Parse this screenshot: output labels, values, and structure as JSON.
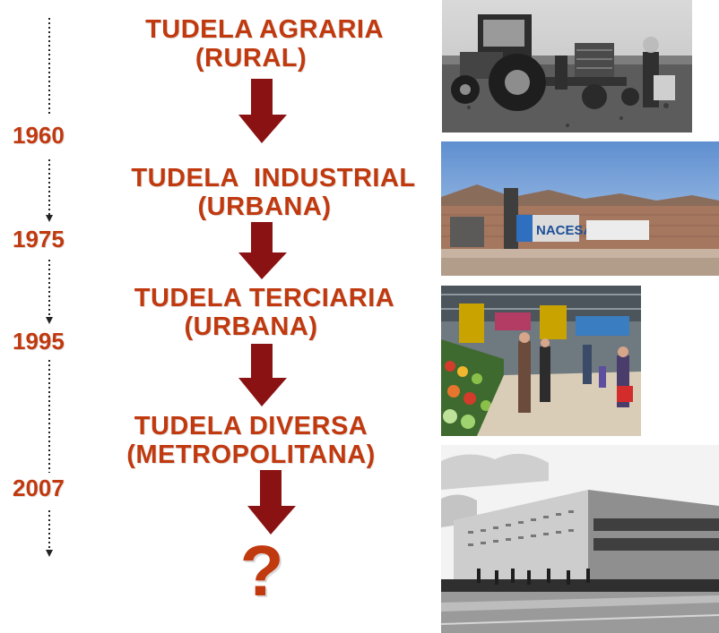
{
  "stages": [
    {
      "line1": "TUDELA AGRARIA",
      "line2": "(RURAL)"
    },
    {
      "line1": "TUDELA  INDUSTRIAL",
      "line2": "(URBANA)"
    },
    {
      "line1": "TUDELA TERCIARIA",
      "line2": "(URBANA)"
    },
    {
      "line1": "TUDELA DIVERSA",
      "line2": "(METROPOLITANA)"
    }
  ],
  "years": [
    "1960",
    "1975",
    "1995",
    "2007"
  ],
  "future_symbol": "?",
  "photos": {
    "industrial_sign_text": "NACESA"
  },
  "colors": {
    "title_text": "#c0390f",
    "arrow": "#8b1212",
    "timeline": "#222222"
  }
}
